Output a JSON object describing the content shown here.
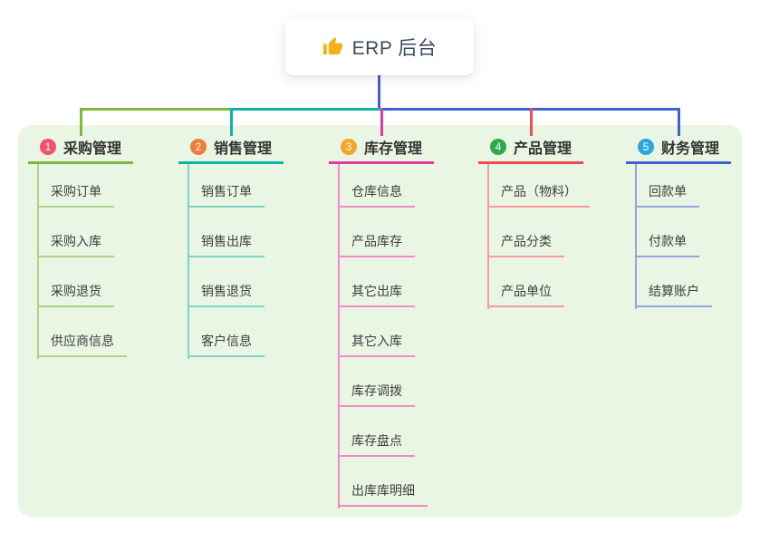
{
  "root": {
    "label": "ERP 后台",
    "icon": "thumbs-up"
  },
  "branches": [
    {
      "index": "1",
      "label": "采购管理",
      "badge_color": "#f4526a",
      "line_color": "#7cb93f",
      "child_line_color": "#abd489",
      "children": [
        "采购订单",
        "采购入库",
        "采购退货",
        "供应商信息"
      ]
    },
    {
      "index": "2",
      "label": "销售管理",
      "badge_color": "#ef7d3a",
      "line_color": "#0db5a6",
      "child_line_color": "#7fd4c6",
      "children": [
        "销售订单",
        "销售出库",
        "销售退货",
        "客户信息"
      ]
    },
    {
      "index": "3",
      "label": "库存管理",
      "badge_color": "#f5a52c",
      "line_color": "#e23a9e",
      "child_line_color": "#f08cc4",
      "children": [
        "仓库信息",
        "产品库存",
        "其它出库",
        "其它入库",
        "库存调拨",
        "库存盘点",
        "出库库明细"
      ]
    },
    {
      "index": "4",
      "label": "产品管理",
      "badge_color": "#2cab4c",
      "line_color": "#f14c4e",
      "child_line_color": "#f79a9b",
      "children": [
        "产品（物料）",
        "产品分类",
        "产品单位"
      ]
    },
    {
      "index": "5",
      "label": "财务管理",
      "badge_color": "#2ba6df",
      "line_color": "#4161cb",
      "child_line_color": "#92a7e2",
      "children": [
        "回款单",
        "付款单",
        "结算账户"
      ]
    }
  ],
  "colors": {
    "panel_bg": "#e9f6e3",
    "root_connector": "#4a5fc8",
    "thumb_icon": "#f2b117",
    "title_text": "#333333",
    "child_text": "#3e3e3e",
    "root_text": "#3c4b5d"
  }
}
